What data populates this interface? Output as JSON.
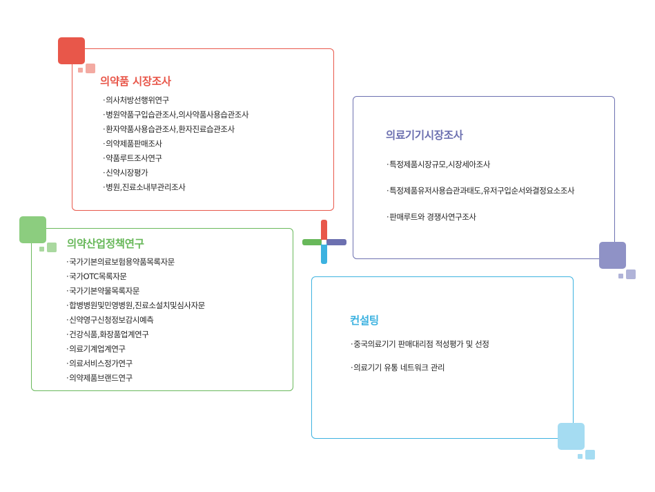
{
  "colors": {
    "red": "#e8574a",
    "red_light": "#f3aaa2",
    "purple": "#6c70b0",
    "purple_light": "#b0b3d8",
    "green": "#68b85a",
    "green_light": "#a9d89f",
    "blue": "#3cb2e0",
    "blue_light": "#a5dcf2"
  },
  "sections": {
    "pharma_market": {
      "title": "의약품 시장조사",
      "items": [
        "의사처방선행위연구",
        "병원약품구입습관조사,의사약품사용습관조사",
        "환자약품사용습관조사,환자진료습관조사",
        "의약제품판매조사",
        "약품루트조사연구",
        "신약시장평가",
        "병원,진료소내부관리조사"
      ]
    },
    "device_market": {
      "title": "의료기기시장조사",
      "items": [
        "특정제품시장규모,시장세아조사",
        "특정제품유저사용습관과태도,유저구입순서와결정요소조사",
        "판매루트와 경쟁사연구조사"
      ]
    },
    "industry_policy": {
      "title": "의약산업정책연구",
      "items": [
        "국가기본의료보험용약품목록자문",
        "국가OTC목록자문",
        "국가기본약물목록자문",
        "합병병원및민영병원,진료소설치및심사자문",
        "신약영구신청정보감시예측",
        "건강식품,화장품업계연구",
        "의료기계업계연구",
        "의료서비스정가연구",
        "의약제품브랜드연구"
      ]
    },
    "consulting": {
      "title": "컨설팅",
      "items": [
        "중국의료기기 판매대리점 적성평가 및 선정",
        "의료기기 유통 네트워크 관리"
      ]
    }
  }
}
